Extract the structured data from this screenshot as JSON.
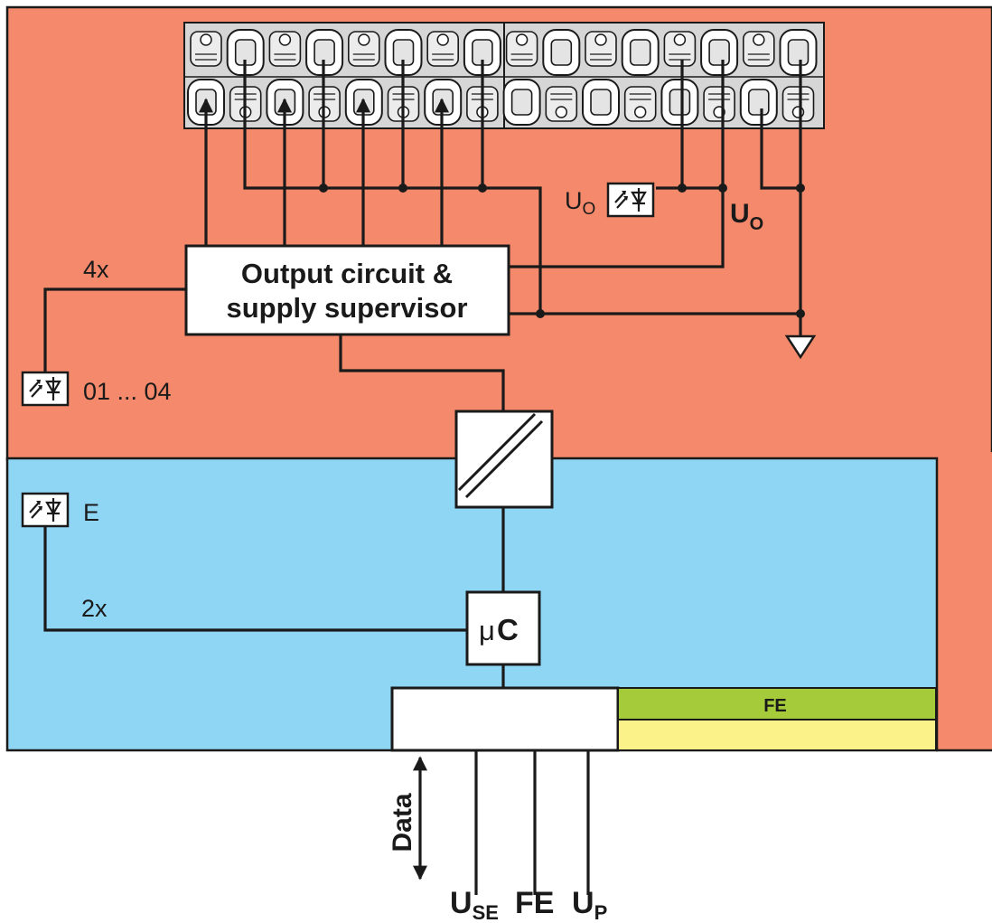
{
  "colors": {
    "output_zone": "#f48a6b",
    "logic_zone": "#8fd6f4",
    "fe_band": "#a6cb3a",
    "up_band": "#fbf38a",
    "terminal": "#d6d6d6",
    "line": "#1a1a1a"
  },
  "output_block": {
    "line1": "Output circuit &",
    "line2": "supply supervisor"
  },
  "labels": {
    "channels_4x": "4x",
    "led_channels": "01 ... 04",
    "led_error": "E",
    "count_2x": "2x",
    "uo_led_main": "U",
    "uo_led_sub": "O",
    "uo_rail_main": "U",
    "uo_rail_sub": "O",
    "fe_band": "FE"
  },
  "micro": {
    "mu": "μ",
    "c": "C"
  },
  "bottom": {
    "data": "Data",
    "use_main": "U",
    "use_sub": "SE",
    "fe": "FE",
    "up_main": "U",
    "up_sub": "P"
  },
  "icons": [
    "led-icon",
    "terminal-clamp-icon",
    "ground-icon",
    "dc-dc-converter-icon",
    "arrow-double-icon"
  ]
}
